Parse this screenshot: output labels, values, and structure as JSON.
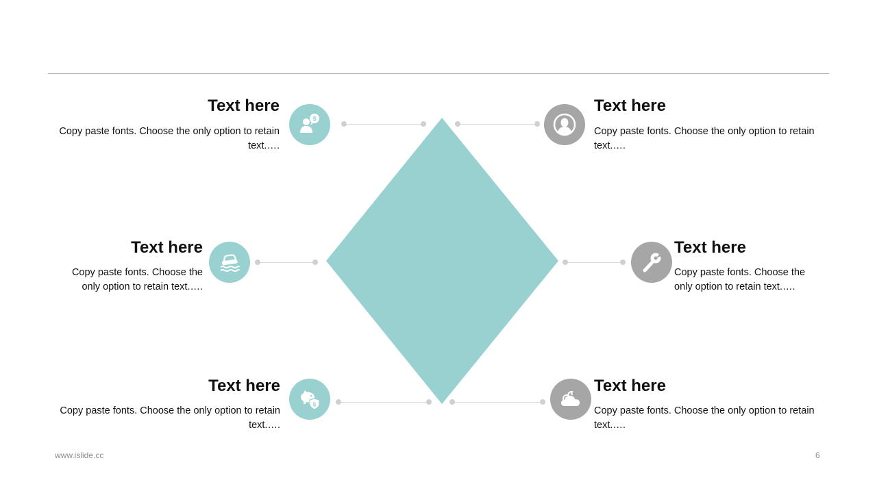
{
  "items": [
    {
      "title": "Text here",
      "body": "Copy paste fonts. Choose the only option to retain text.….",
      "icon": "person-money-icon",
      "color": "#98d1cf"
    },
    {
      "title": "Text here",
      "body": "Copy paste fonts. Choose the only option to retain text.….",
      "icon": "user-profile-icon",
      "color": "#a6a6a6"
    },
    {
      "title": "Text here",
      "body": "Copy paste fonts. Choose the only option to retain text.….",
      "icon": "flooded-car-icon",
      "color": "#98d1cf"
    },
    {
      "title": "Text here",
      "body": "Copy paste fonts. Choose the only option to retain text.….",
      "icon": "wrench-icon",
      "color": "#a6a6a6"
    },
    {
      "title": "Text here",
      "body": "Copy paste fonts. Choose the only option to retain text.….",
      "icon": "piggy-bank-shield-icon",
      "color": "#98d1cf"
    },
    {
      "title": "Text here",
      "body": "Copy paste fonts. Choose the only option to retain text.….",
      "icon": "cloud-icon",
      "color": "#a6a6a6"
    }
  ],
  "footer": {
    "url": "www.islide.cc",
    "page": "6"
  },
  "colors": {
    "accent": "#98d1cf",
    "neutral": "#a6a6a6"
  }
}
